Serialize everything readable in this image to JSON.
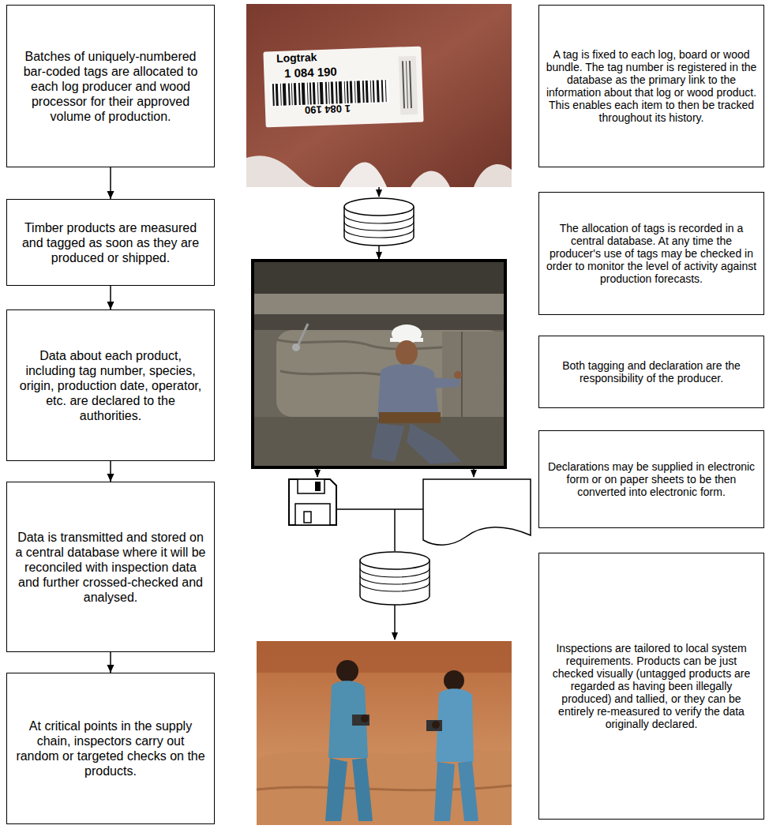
{
  "diagram": {
    "nodes": [
      {
        "text": [
          "Batches of uniquely-numbered bar-coded tags are allocated to each log producer and wood processor for their approved volume of production."
        ]
      },
      {
        "text": [
          "Timber products are measured and tagged as soon as they are produced or shipped."
        ]
      },
      {
        "text": [
          "Data about each product, including tag number, species, origin, production date, operator, etc. are declared to the authorities."
        ]
      },
      {
        "text": [
          "Data is transmitted and stored on a central database where it will be reconciled with inspection data and further crossed-checked and analysed."
        ]
      },
      {
        "text": [
          "At critical points in the supply chain, inspectors carry out random or targeted checks on the products."
        ]
      },
      {
        "text": [
          "A tag is fixed to each log, board or wood bundle. The tag number is registered in the database as the primary link to the information about that log or wood product. This enables each item to then be tracked throughout its history."
        ]
      },
      {
        "text": [
          "The allocation of tags is recorded in a central database. At any time the producer's use of tags may be checked in order to monitor the level of activity against production forecasts."
        ]
      },
      {
        "text": [
          "Both tagging and declaration are the responsibility of the producer."
        ]
      },
      {
        "text": [
          "Declarations may be supplied in electronic form or on paper sheets to be then converted into electronic form."
        ]
      },
      {
        "text": [
          "Inspections are tailored to local system requirements. Products can be just checked visually (untagged products are regarded as having been illegally produced) and tallied, or they can be entirely re-measured to verify the data originally declared."
        ]
      }
    ],
    "edges": [
      {
        "from": 0,
        "to": 1,
        "arrow": "to"
      },
      {
        "from": 1,
        "to": 2,
        "arrow": "to"
      },
      {
        "from": 2,
        "to": 3,
        "arrow": "to"
      },
      {
        "from": 3,
        "to": 4,
        "arrow": "to"
      }
    ],
    "labels": [
      "Logtrak",
      "1 084 190",
      "1 084 190"
    ]
  }
}
